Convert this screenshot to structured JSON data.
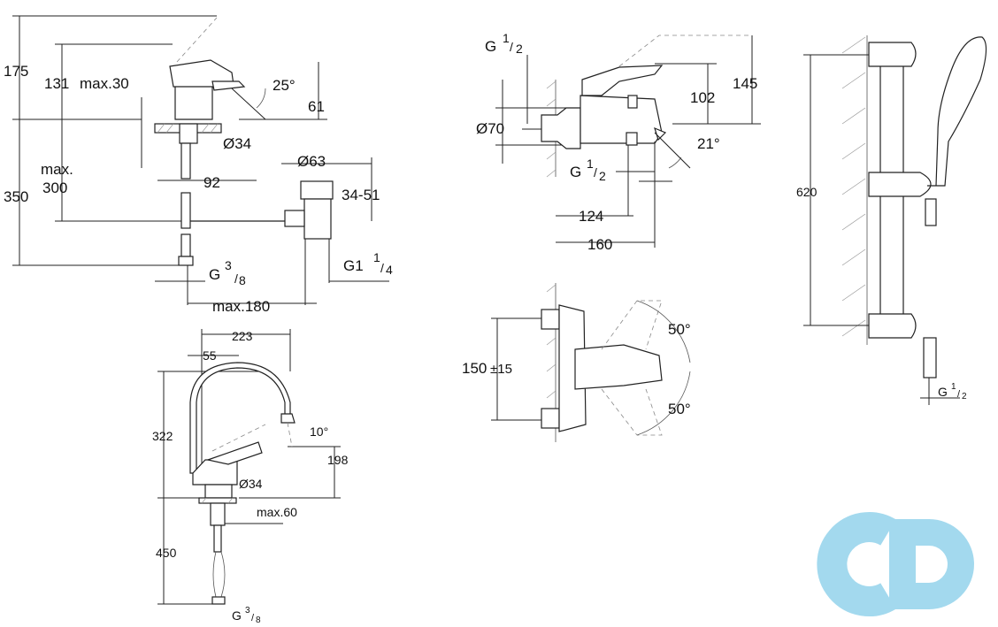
{
  "basin_mixer": {
    "d175": "175",
    "d131": "131",
    "dmax30": "max.30",
    "angle25": "25°",
    "d61": "61",
    "dia34": "Ø34",
    "dmax300_a": "max.",
    "dmax300_b": "300",
    "d350": "350",
    "d92": "92",
    "dia63": "Ø63",
    "d3451": "34-51",
    "g38_prefix": "G",
    "g38_num": "3",
    "g38_den": "8",
    "g114_prefix": "G1",
    "g114_num": "1",
    "g114_den": "4",
    "dmax180": "max.180"
  },
  "sink_mixer": {
    "d223": "223",
    "d55": "55",
    "d322": "322",
    "angle10": "10°",
    "d198": "198",
    "dia34": "Ø34",
    "dmax60": "max.60",
    "d450": "450",
    "g38_prefix": "G",
    "g38_num": "3",
    "g38_den": "8"
  },
  "bath_mixer": {
    "g12_top_prefix": "G",
    "g12_top_num": "1",
    "g12_top_den": "2",
    "dia70": "Ø70",
    "d102": "102",
    "d145": "145",
    "angle21": "21°",
    "g12_bot_prefix": "G",
    "g12_bot_num": "1",
    "g12_bot_den": "2",
    "d124": "124",
    "d160": "160"
  },
  "bath_front": {
    "d150": "150",
    "tol": "±15",
    "angle50_top": "50°",
    "angle50_bot": "50°"
  },
  "shower_set": {
    "d620": "620",
    "g12_prefix": "G",
    "g12_num": "1",
    "g12_den": "2"
  },
  "watermark": {
    "color": "#9fd8ee",
    "icon": "cd-logo"
  }
}
